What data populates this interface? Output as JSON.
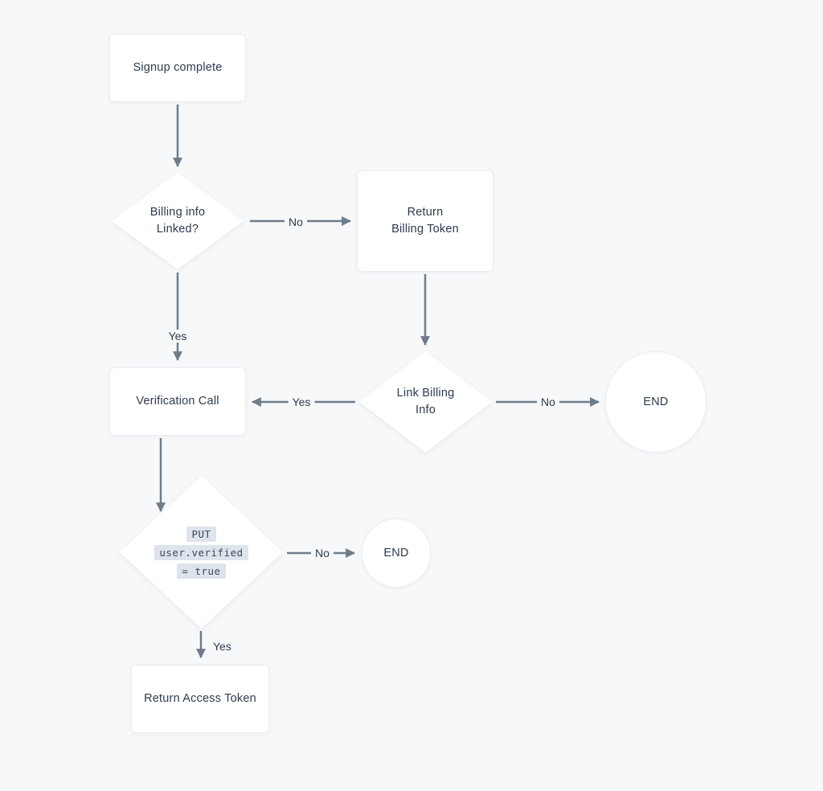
{
  "diagram": {
    "background_color": "#f7f8fa",
    "node_fill_color": "#ffffff",
    "text_color": "#2d3a4d",
    "arrow_color": "#6f7c8a",
    "code_chip_color": "#dee4eb"
  },
  "nodes": {
    "signup": {
      "type": "process",
      "label": "Signup complete"
    },
    "billing_linked": {
      "type": "decision",
      "lines": [
        "Billing info",
        "Linked?"
      ]
    },
    "return_billing": {
      "type": "process",
      "lines": [
        "Return",
        "Billing Token"
      ]
    },
    "verification": {
      "type": "process",
      "label": "Verification Call"
    },
    "link_billing": {
      "type": "decision",
      "lines": [
        "Link Billing",
        "Info"
      ]
    },
    "end_link_billing": {
      "type": "terminator",
      "label": "END"
    },
    "put_verified": {
      "type": "decision",
      "code_lines": [
        "PUT",
        "user.verified",
        "= true"
      ]
    },
    "end_put_verified": {
      "type": "terminator",
      "label": "END"
    },
    "return_access": {
      "type": "process",
      "label": "Return Access Token"
    }
  },
  "edge_labels": {
    "billing_linked_no": "No",
    "billing_linked_yes": "Yes",
    "link_billing_yes": "Yes",
    "link_billing_no": "No",
    "put_verified_no": "No",
    "put_verified_yes": "Yes"
  }
}
